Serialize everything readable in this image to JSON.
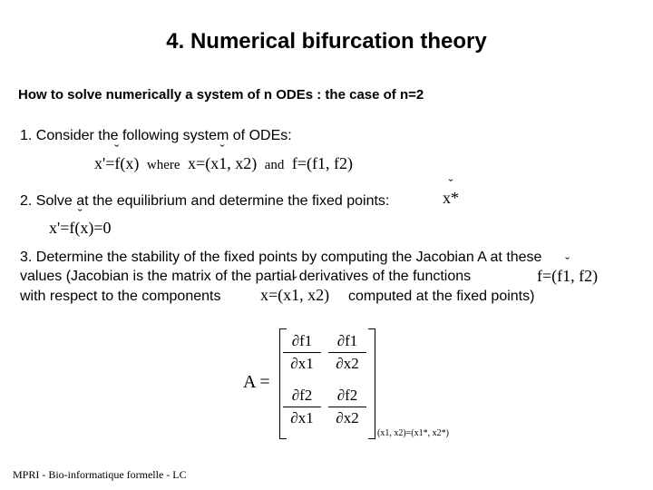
{
  "slide": {
    "title": "4. Numerical bifurcation theory",
    "subtitle": "How to solve numerically a system of n ODEs : the case of n=2",
    "step1": {
      "text": "1. Consider the following system of ODEs:",
      "eq_lhs": "x'=f(x)",
      "eq_where": "where",
      "eq_x_def": "x=(x1, x2)",
      "eq_and": "and",
      "eq_f_def": "f=(f1, f2)"
    },
    "step2": {
      "text": "2. Solve at the equilibrium and determine the fixed points:",
      "fixed_point": "x*",
      "eq": "x'=f(x)=0"
    },
    "step3": {
      "line1": "3. Determine the stability of the fixed points by computing the Jacobian A at these",
      "line2": "values (Jacobian is the matrix of the partial derivatives of the functions",
      "f_def": "f=(f1, f2)",
      "line3_start": "with respect to the components",
      "x_def": "x=(x1, x2)",
      "line3_end": "computed at the fixed points)"
    },
    "jacobian": {
      "label": "A =",
      "cells": [
        {
          "num": "∂f1",
          "den": "∂x1"
        },
        {
          "num": "∂f1",
          "den": "∂x2"
        },
        {
          "num": "∂f2",
          "den": "∂x1"
        },
        {
          "num": "∂f2",
          "den": "∂x2"
        }
      ],
      "evaluated_at": "(x1, x2)=(x1*, x2*)"
    },
    "footer": "MPRI - Bio-informatique formelle - LC"
  }
}
